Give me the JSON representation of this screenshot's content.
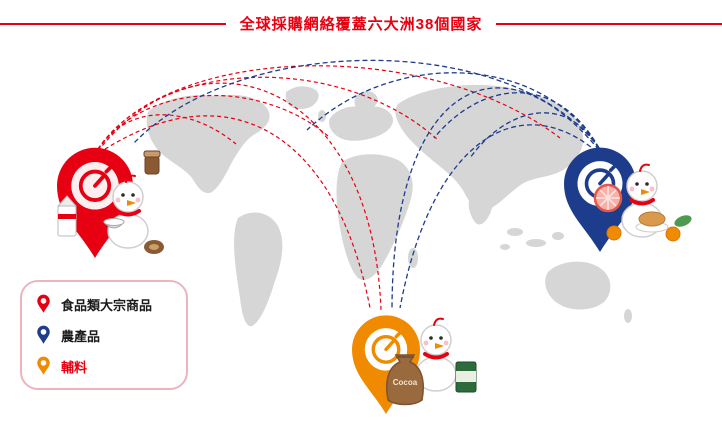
{
  "title": "全球採購網絡覆蓋六大洲38個國家",
  "colors": {
    "accent_red": "#e60012",
    "pin_red": "#e60012",
    "pin_blue": "#1e3c8c",
    "pin_orange": "#f08a00",
    "arc_red": "#e60012",
    "arc_blue": "#1e3c8c",
    "map_gray": "#d6d6d6"
  },
  "legend": {
    "items": [
      {
        "label": "食品類大宗商品",
        "pin_color": "#e60012"
      },
      {
        "label": "農產品",
        "pin_color": "#1e3c8c"
      },
      {
        "label": "輔料",
        "pin_color": "#f08a00"
      }
    ]
  },
  "scene": {
    "cocoa_sack_label": "Cocoa"
  },
  "icons": {
    "location-pin": "teardrop map marker with white circular hole",
    "gauge-icon": "small circular gauge dial inside each pin",
    "mascot": "white snowman mascot character",
    "milk-carton": "white milk carton",
    "jar": "brown jar",
    "grapefruit": "pink citrus slice",
    "bread": "bread loaf on plate",
    "cocoa-sack": "brown sack of cocoa",
    "green-can": "green tin can"
  }
}
